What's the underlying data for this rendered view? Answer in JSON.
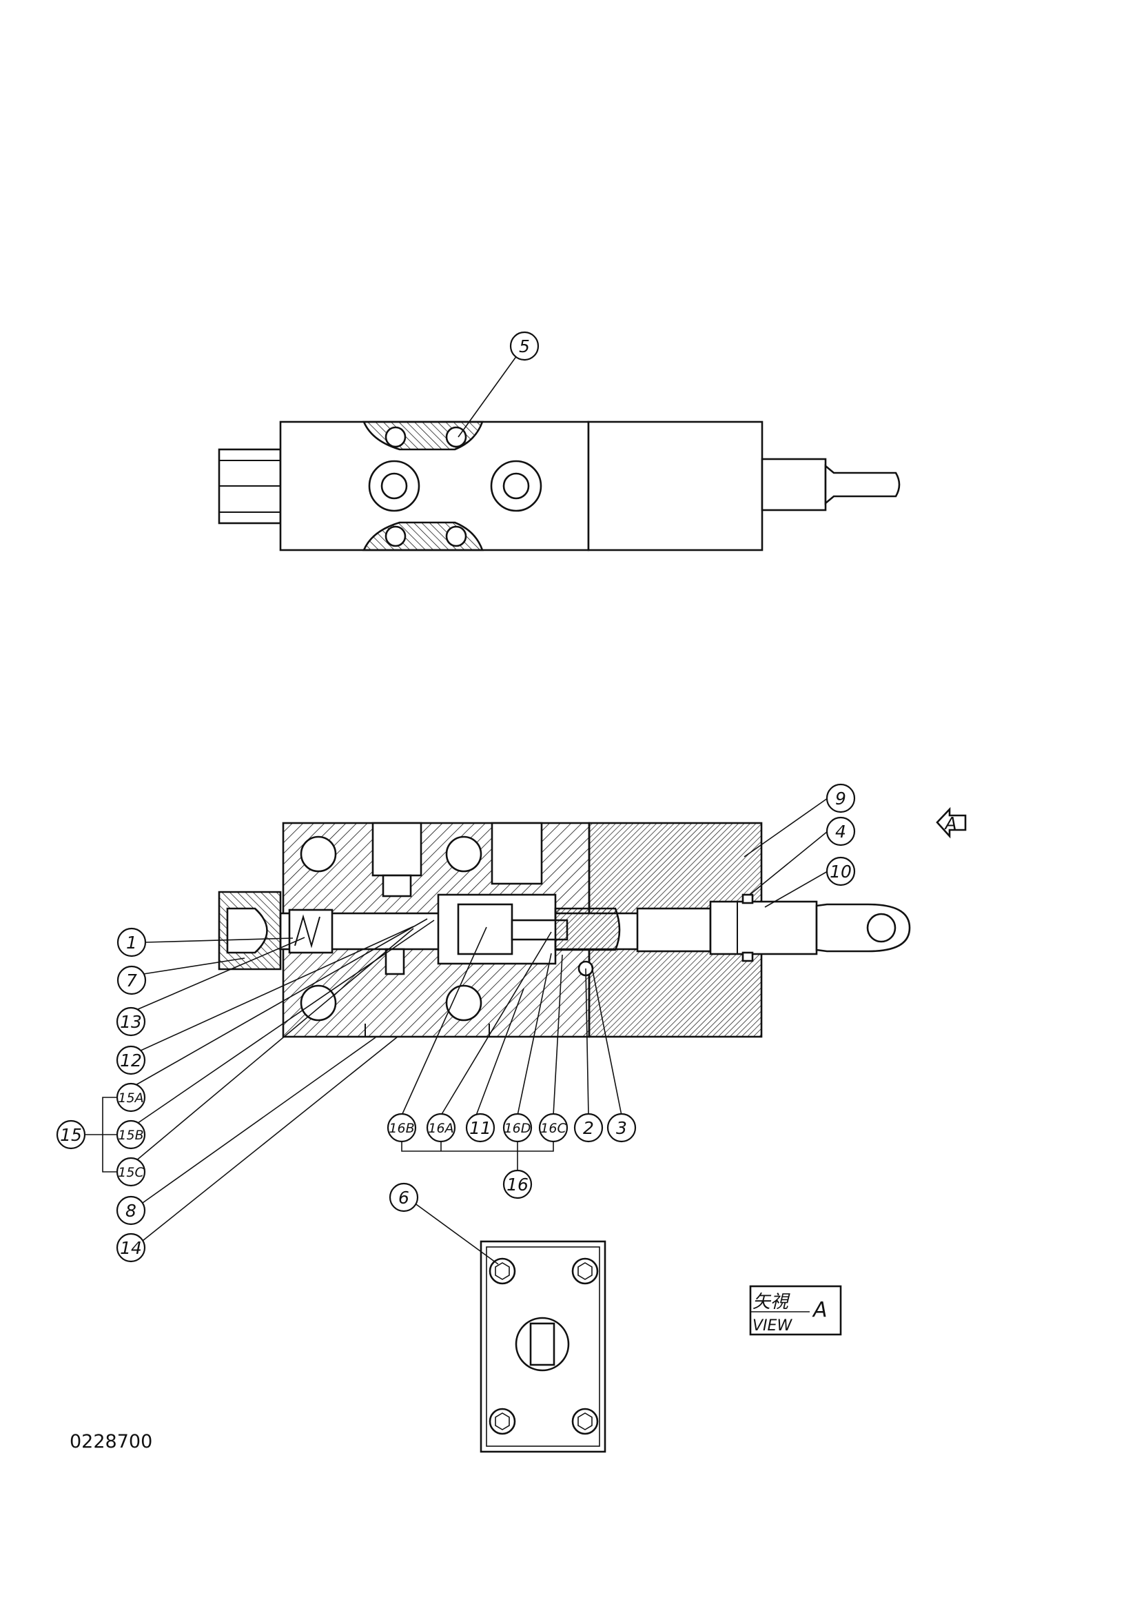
{
  "drawing_number": "0228700",
  "view_marker": {
    "arrow_letter": "A",
    "label_japanese": "矢視",
    "label_english": "VIEW",
    "label_letter": "A"
  },
  "callouts": [
    {
      "id": "5",
      "label": "5"
    },
    {
      "id": "9",
      "label": "9"
    },
    {
      "id": "4",
      "label": "4"
    },
    {
      "id": "10",
      "label": "10"
    },
    {
      "id": "1",
      "label": "1"
    },
    {
      "id": "7",
      "label": "7"
    },
    {
      "id": "13",
      "label": "13"
    },
    {
      "id": "12",
      "label": "12"
    },
    {
      "id": "15A",
      "label": "15A"
    },
    {
      "id": "15B",
      "label": "15B"
    },
    {
      "id": "15C",
      "label": "15C"
    },
    {
      "id": "15",
      "label": "15"
    },
    {
      "id": "8",
      "label": "8"
    },
    {
      "id": "14",
      "label": "14"
    },
    {
      "id": "16B",
      "label": "16B"
    },
    {
      "id": "16A",
      "label": "16A"
    },
    {
      "id": "11",
      "label": "11"
    },
    {
      "id": "16D",
      "label": "16D"
    },
    {
      "id": "16C",
      "label": "16C"
    },
    {
      "id": "2",
      "label": "2"
    },
    {
      "id": "3",
      "label": "3"
    },
    {
      "id": "16",
      "label": "16"
    },
    {
      "id": "6",
      "label": "6"
    }
  ]
}
